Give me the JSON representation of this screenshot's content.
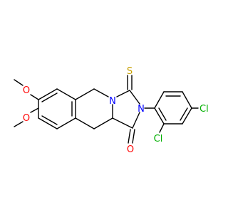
{
  "molecule": {
    "atom_labels": {
      "methoxy_o_top": "O",
      "methoxy_o_bottom": "O",
      "ring_n": "N",
      "amide_n": "N",
      "thione_s": "S",
      "carbonyl_o": "O",
      "cl_para": "Cl",
      "cl_ortho": "Cl"
    },
    "colors": {
      "oxygen": "#ff0000",
      "nitrogen": "#0000ff",
      "sulfur": "#c8a000",
      "chlorine": "#00b000",
      "bond": "#000000",
      "background": "#ffffff"
    }
  }
}
